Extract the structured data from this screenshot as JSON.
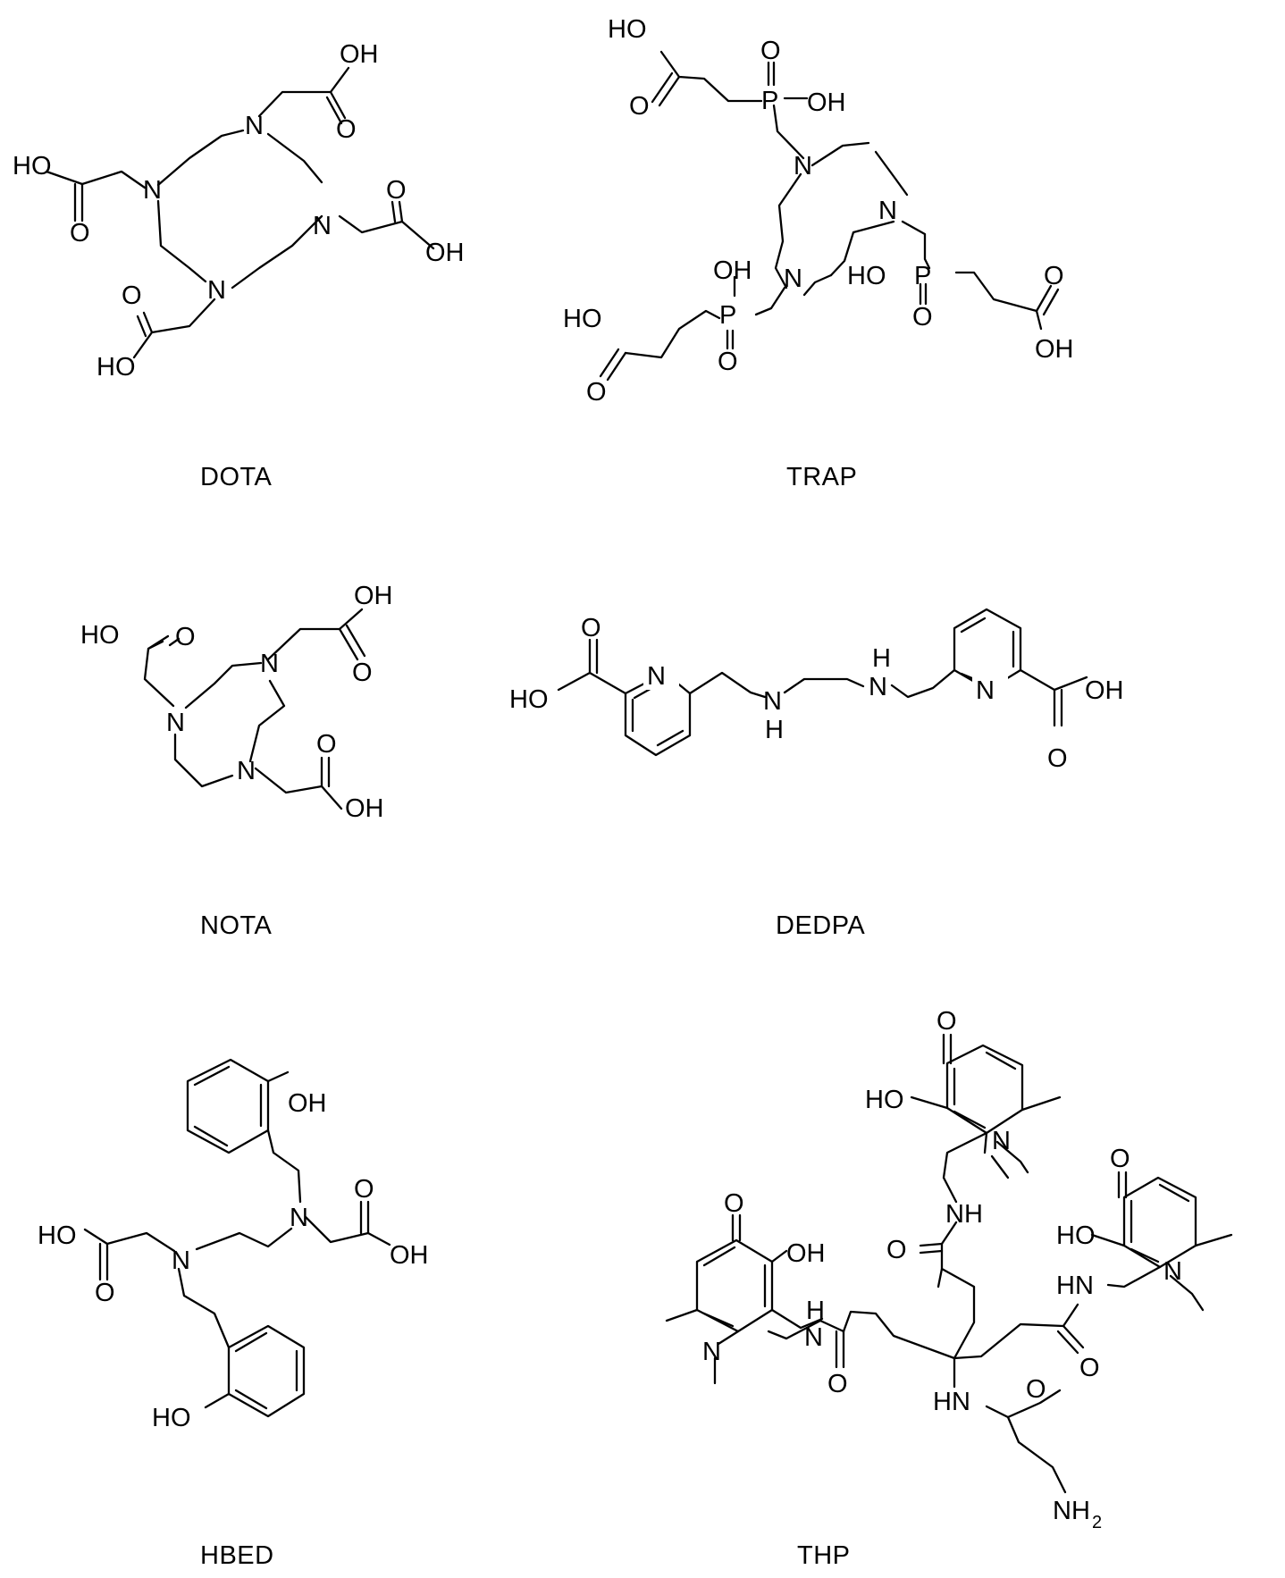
{
  "figure": {
    "captions": {
      "dota": "DOTA",
      "trap": "TRAP",
      "nota": "NOTA",
      "dedpa": "DEDPA",
      "hbed": "HBED",
      "thp": "THP"
    },
    "atom_labels": {
      "hydroxyl": "OH",
      "hydroxyl_left": "HO",
      "oxygen": "O",
      "nitrogen": "N",
      "phosphorus": "P",
      "hydrogen": "H",
      "amine": "NH",
      "amine_left": "HN",
      "amino_group": "NH",
      "subscript_two": "2"
    }
  }
}
